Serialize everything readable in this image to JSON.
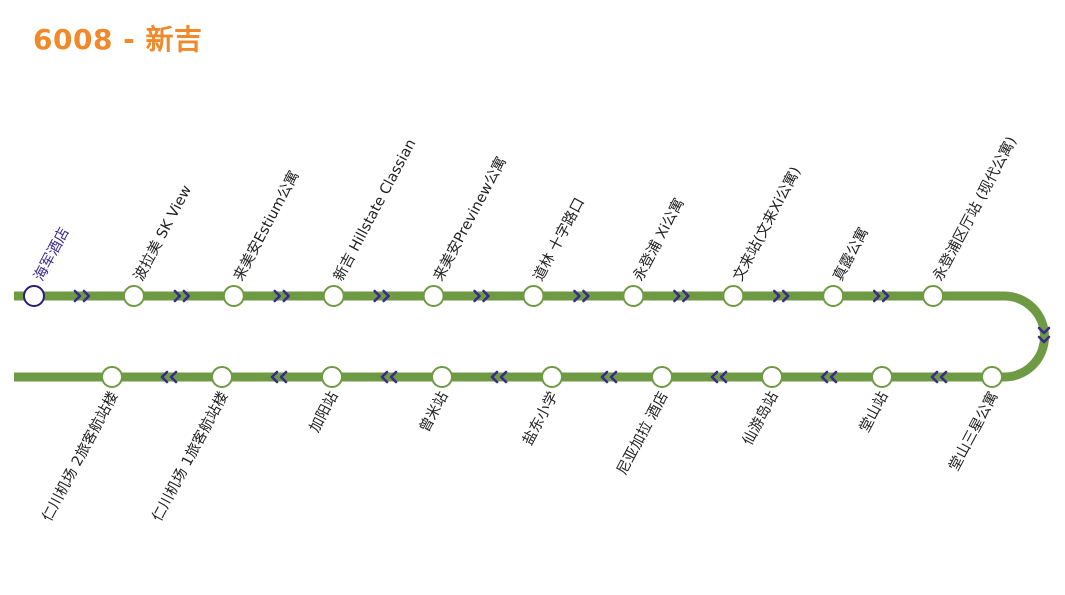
{
  "route": {
    "title": "6008 - 新吉",
    "line_color": "#6f9a44",
    "arrow_color": "#3a2a8c",
    "title_color": "#f0892a",
    "current_stop_color": "#2a1f6e"
  },
  "stops_top": [
    {
      "name": "海军酒店",
      "current": true
    },
    {
      "name": "波拉美 SK View"
    },
    {
      "name": "来美安Estium公寓"
    },
    {
      "name": "新吉 Hillstate Classian"
    },
    {
      "name": "来美安Previnew公寓"
    },
    {
      "name": "道林 十字路口"
    },
    {
      "name": "永登浦 Xi公寓"
    },
    {
      "name": "文来站(文来Xi公寓)"
    },
    {
      "name": "真露公寓"
    },
    {
      "name": "永登浦区厅站 (现代公寓)"
    }
  ],
  "stops_bottom": [
    {
      "name": "仁川机场 2旅客航站楼"
    },
    {
      "name": "仁川机场 1旅客航站楼"
    },
    {
      "name": "加阳站"
    },
    {
      "name": "曾米站"
    },
    {
      "name": "盐东小学"
    },
    {
      "name": "尼亚加拉 酒店"
    },
    {
      "name": "仙游岛站"
    },
    {
      "name": "堂山站"
    },
    {
      "name": "堂山三星公寓"
    }
  ]
}
